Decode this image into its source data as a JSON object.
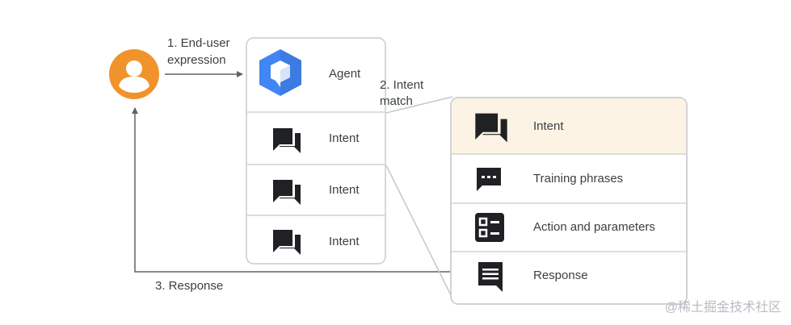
{
  "flow": {
    "step1_line1": "1. End-user",
    "step1_line2": "expression",
    "step2_line1": "2. Intent",
    "step2_line2": "match",
    "step3": "3. Response"
  },
  "agent_panel": {
    "agent_label": "Agent",
    "intents": [
      "Intent",
      "Intent",
      "Intent"
    ]
  },
  "detail_panel": {
    "rows": [
      {
        "label": "Intent",
        "icon": "chat-bubbles-icon"
      },
      {
        "label": "Training phrases",
        "icon": "chat-dots-icon"
      },
      {
        "label": "Action and parameters",
        "icon": "checklist-icon"
      },
      {
        "label": "Response",
        "icon": "message-lines-icon"
      }
    ]
  },
  "watermark": "@稀土掘金技术社区",
  "colors": {
    "user_orange": "#f0932b",
    "agent_blue": "#4285f4",
    "highlight_row": "#fdf3e4",
    "border": "#d0d3d6",
    "icon_dark": "#202124"
  }
}
